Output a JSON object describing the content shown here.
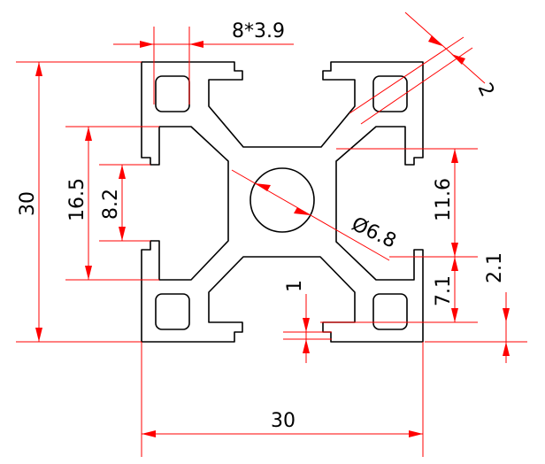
{
  "drawing": {
    "line_color": "#ff0000",
    "profile_color": "#000000"
  },
  "dimensions": {
    "slot": "8*3.9",
    "wall": "2",
    "overall_height": "30",
    "inner_height": "16.5",
    "slot_opening": "8.2",
    "core_height": "11.6",
    "bore": "Ø6.8",
    "lip_offset": "2.1",
    "lip_depth": "7.1",
    "lip_thickness": "1",
    "overall_width": "30"
  }
}
